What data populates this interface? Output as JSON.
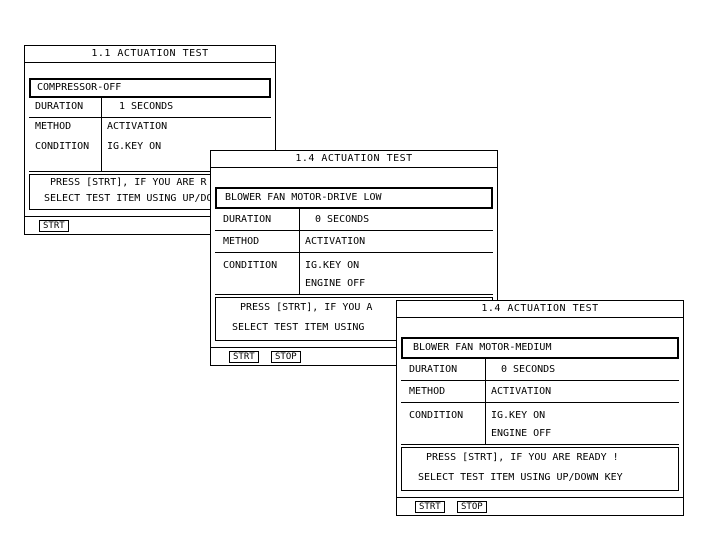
{
  "windows": [
    {
      "title": "1.1 ACTUATION TEST",
      "item": "COMPRESSOR-OFF",
      "duration_label": "DURATION",
      "duration_value": "1 SECONDS",
      "method_label": "METHOD",
      "method_value": "ACTIVATION",
      "condition_label": "CONDITION",
      "condition_value": "IG.KEY ON",
      "message_line1": "PRESS [STRT], IF YOU ARE R",
      "message_line2": "SELECT TEST ITEM USING UP/DO",
      "start_label": "STRT"
    },
    {
      "title": "1.4 ACTUATION TEST",
      "item": "BLOWER FAN MOTOR-DRIVE LOW",
      "duration_label": "DURATION",
      "duration_value": "0 SECONDS",
      "method_label": "METHOD",
      "method_value": "ACTIVATION",
      "condition_label": "CONDITION",
      "condition_value": "IG.KEY ON",
      "condition_value2": "ENGINE OFF",
      "message_line1": "PRESS [STRT], IF YOU A",
      "message_line2": "SELECT TEST ITEM USING",
      "start_label": "STRT",
      "stop_label": "STOP"
    },
    {
      "title": "1.4 ACTUATION TEST",
      "item": "BLOWER FAN MOTOR-MEDIUM",
      "duration_label": "DURATION",
      "duration_value": "0 SECONDS",
      "method_label": "METHOD",
      "method_value": "ACTIVATION",
      "condition_label": "CONDITION",
      "condition_value": "IG.KEY ON",
      "condition_value2": "ENGINE OFF",
      "message_line1": "PRESS [STRT], IF YOU ARE READY !",
      "message_line2": "SELECT TEST ITEM USING UP/DOWN KEY",
      "start_label": "STRT",
      "stop_label": "STOP"
    }
  ]
}
